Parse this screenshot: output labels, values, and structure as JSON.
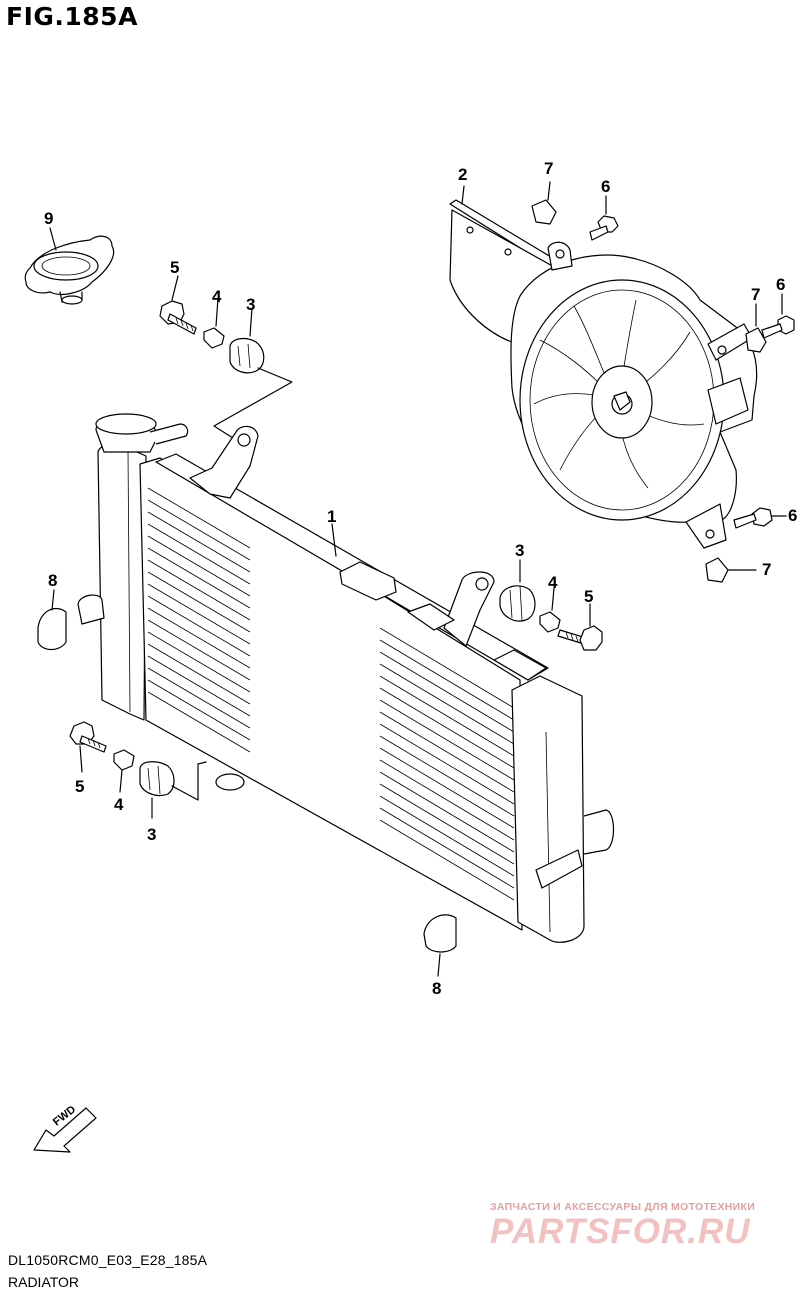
{
  "header": {
    "figure_title": "FIG.185A"
  },
  "callouts": [
    {
      "id": "c1",
      "number": "1"
    },
    {
      "id": "c2",
      "number": "2"
    },
    {
      "id": "c3a",
      "number": "3"
    },
    {
      "id": "c3b",
      "number": "3"
    },
    {
      "id": "c3c",
      "number": "3"
    },
    {
      "id": "c4a",
      "number": "4"
    },
    {
      "id": "c4b",
      "number": "4"
    },
    {
      "id": "c4c",
      "number": "4"
    },
    {
      "id": "c5a",
      "number": "5"
    },
    {
      "id": "c5b",
      "number": "5"
    },
    {
      "id": "c5c",
      "number": "5"
    },
    {
      "id": "c6a",
      "number": "6"
    },
    {
      "id": "c6b",
      "number": "6"
    },
    {
      "id": "c6c",
      "number": "6"
    },
    {
      "id": "c7a",
      "number": "7"
    },
    {
      "id": "c7b",
      "number": "7"
    },
    {
      "id": "c7c",
      "number": "7"
    },
    {
      "id": "c8a",
      "number": "8"
    },
    {
      "id": "c8b",
      "number": "8"
    },
    {
      "id": "c9",
      "number": "9"
    }
  ],
  "fwd_arrow": {
    "label": "FWD",
    "icon": "fwd-arrow-icon"
  },
  "watermark": {
    "tagline": "ЗАПЧАСТИ И АКСЕССУАРЫ ДЛЯ МОТОТЕХНИКИ",
    "logo_text": "PARTSFOR.RU",
    "color": "#e07070"
  },
  "footer": {
    "diagram_code": "DL1050RCM0_E03_E28_185A",
    "caption": "RADIATOR"
  }
}
